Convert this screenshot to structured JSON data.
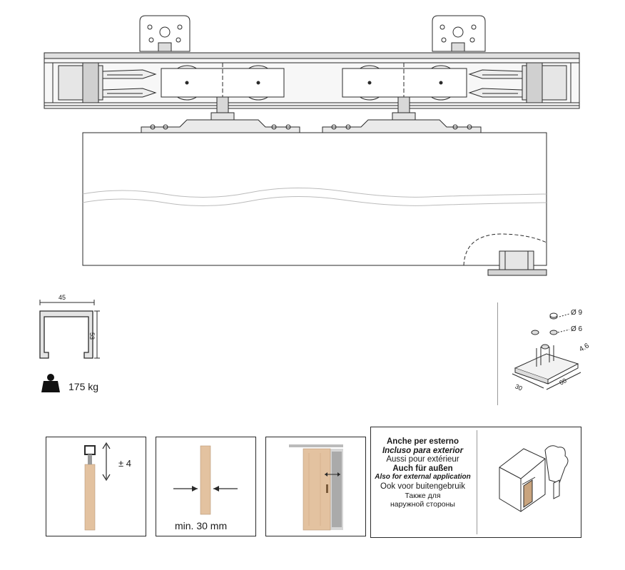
{
  "profile": {
    "width_label": "45",
    "height_label": "53"
  },
  "load": {
    "max_weight": "175 kg"
  },
  "floor_guide": {
    "diameter_small": "Ø 9",
    "diameter_medium": "Ø 6",
    "size_a": "4.6",
    "size_b": "30",
    "size_c": "60"
  },
  "panels": {
    "height_adjust": "± 4",
    "min_thickness": "min. 30 mm"
  },
  "exterior_note": {
    "lines": [
      "Anche per esterno",
      "Incluso para exterior",
      "Aussi pour extérieur",
      "Auch für außen",
      "Also for external application",
      "Ook voor buitengebruik",
      "Также для",
      "наружной стороны"
    ]
  },
  "colors": {
    "line": "#2a2a2a",
    "metal": "#e9e9e9",
    "wood": "#e3c2a0",
    "glass": "#cfcfcf"
  }
}
